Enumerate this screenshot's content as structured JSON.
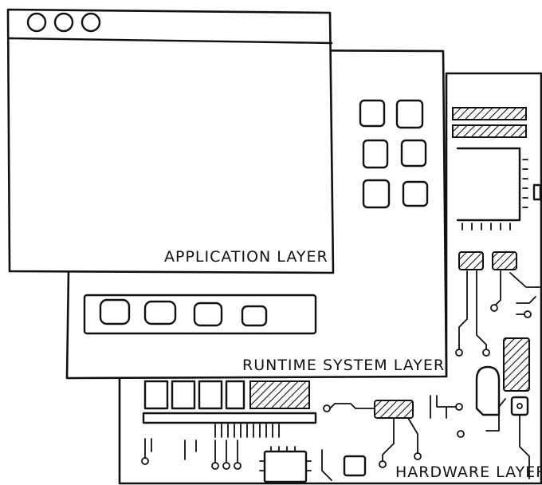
{
  "layers": {
    "application": {
      "label": "APPLICATION LAYER"
    },
    "runtime": {
      "label": "RUNTIME SYSTEM LAYER"
    },
    "hardware": {
      "label": "HARDWARE LAYER"
    }
  },
  "colors": {
    "ink": "#111111",
    "paper": "#ffffff"
  },
  "icons": [
    "window-control-dot",
    "app-tile",
    "hatched-chip",
    "cpu-chip"
  ]
}
